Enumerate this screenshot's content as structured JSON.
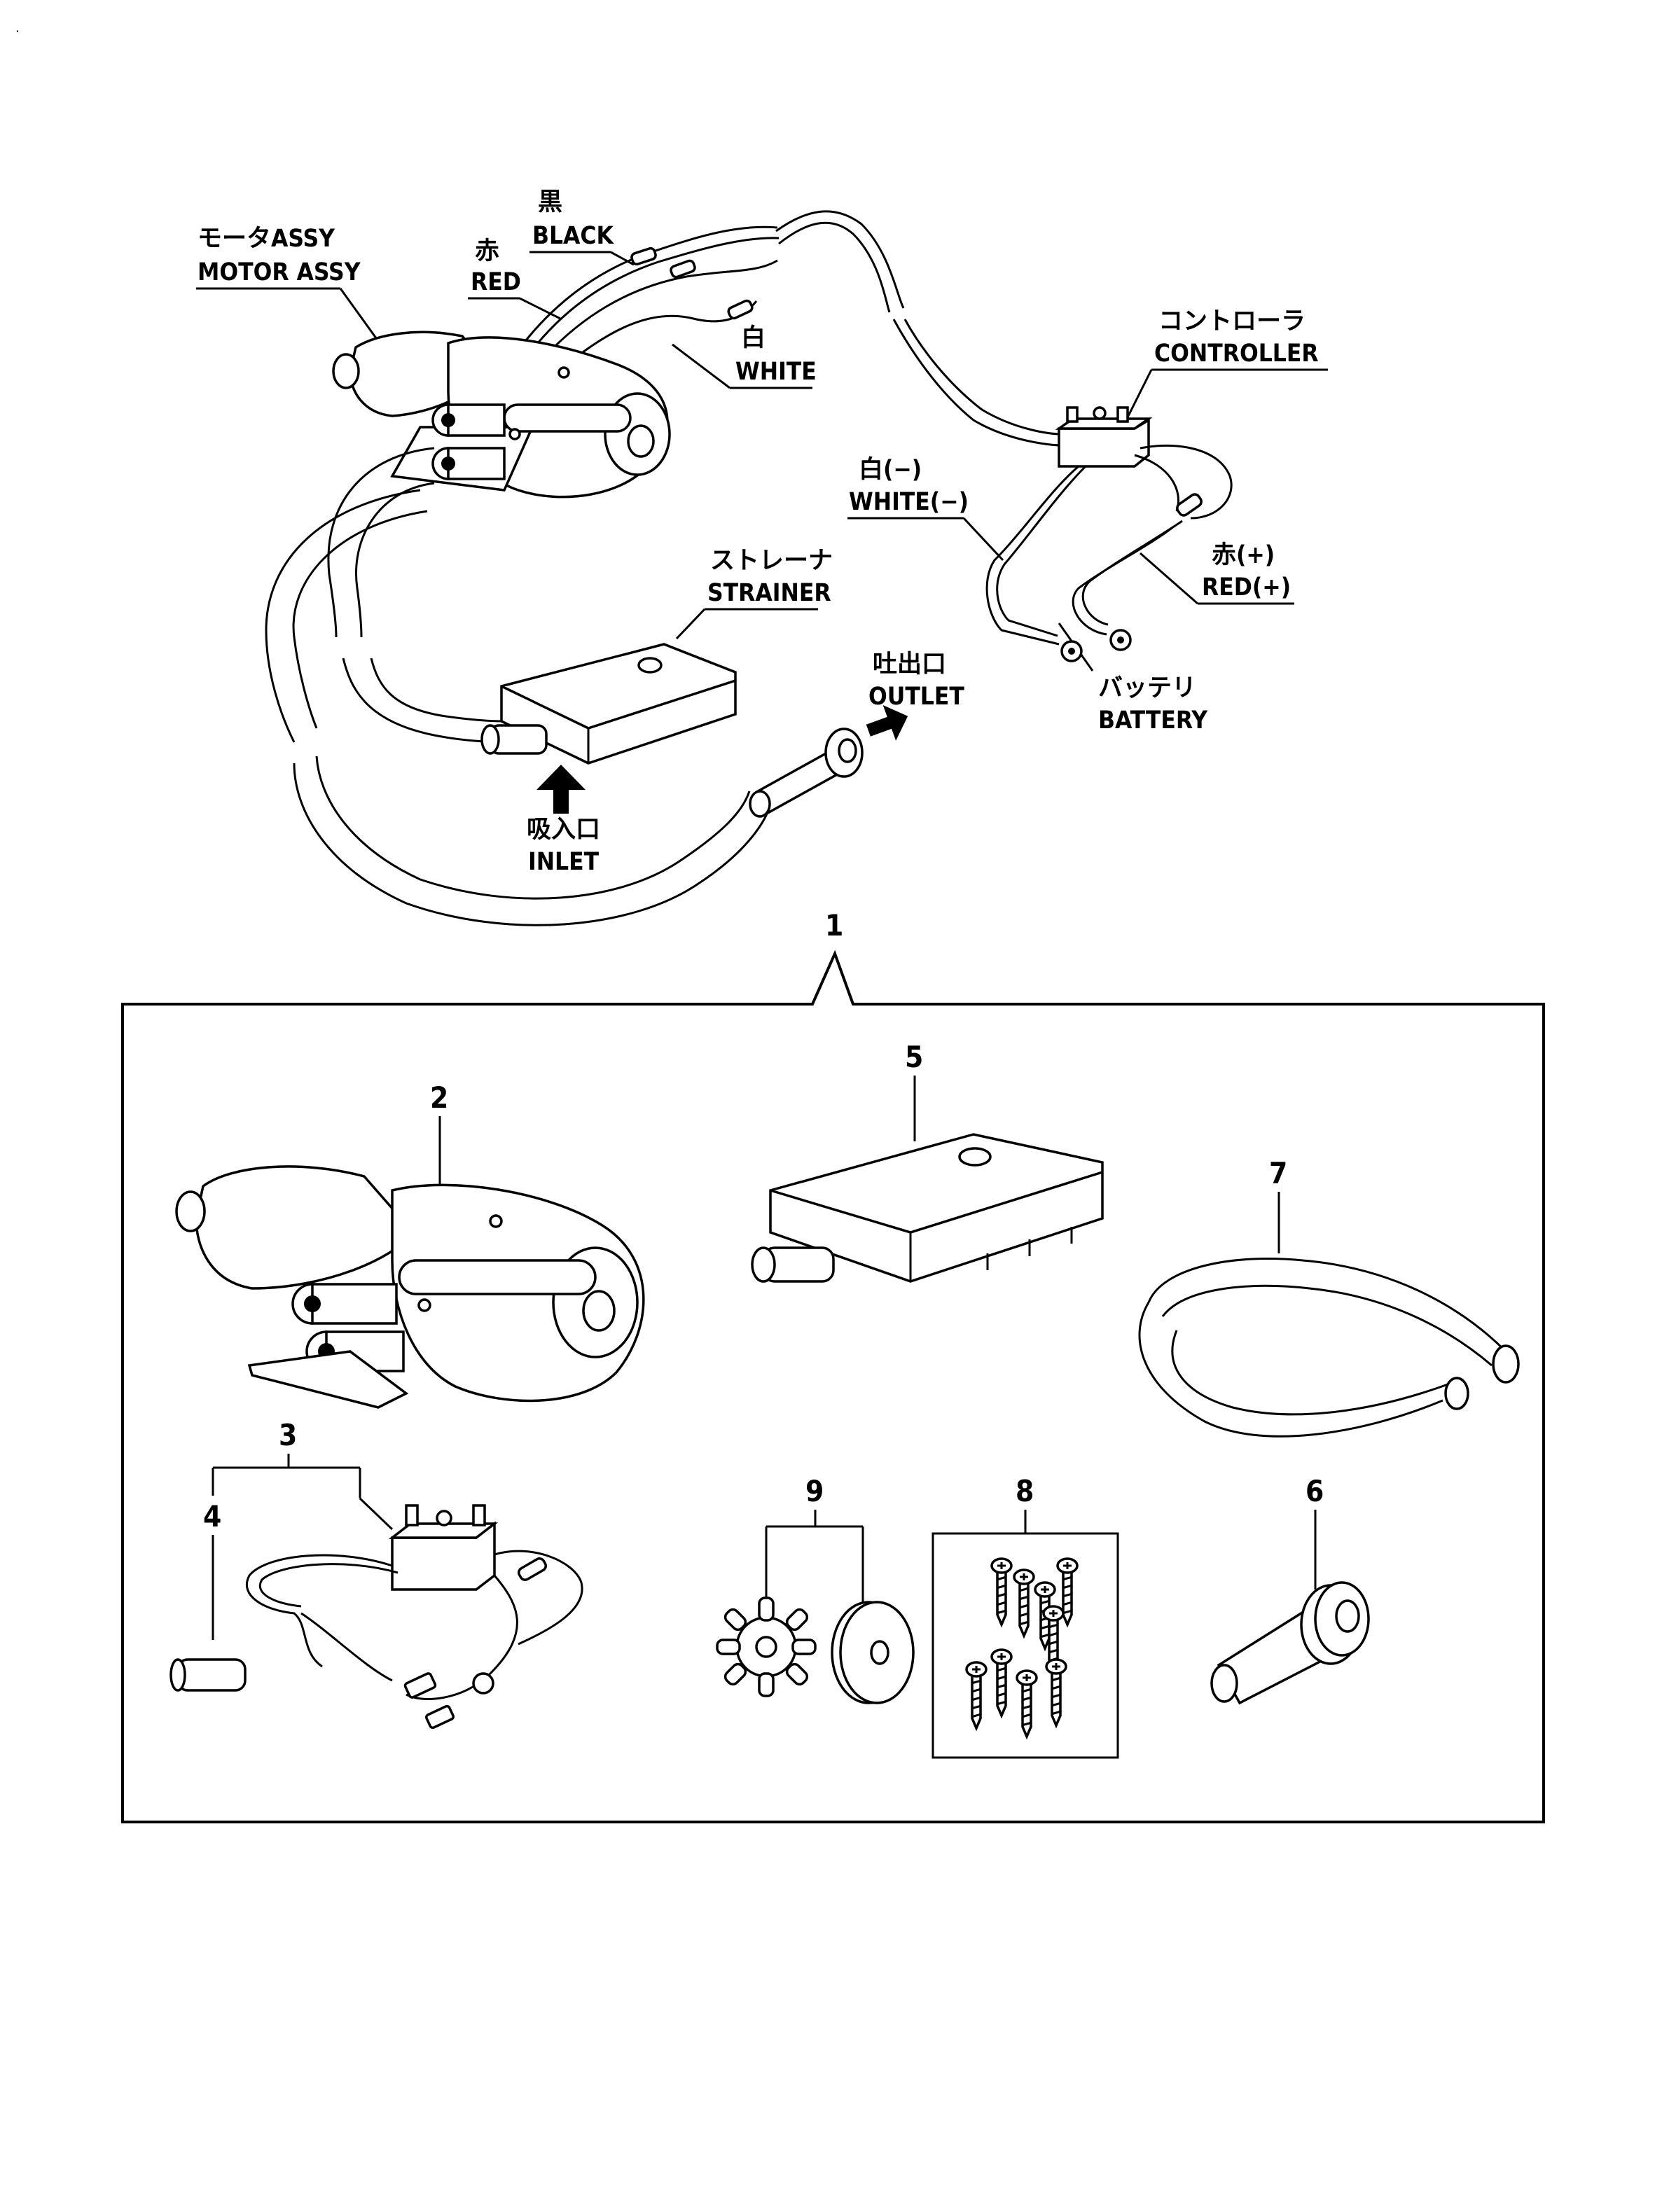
{
  "upper_labels": {
    "motor_assy": {
      "jp": "モータASSY",
      "en": "MOTOR ASSY"
    },
    "black": {
      "jp": "黒",
      "en": "BLACK"
    },
    "red": {
      "jp": "赤",
      "en": "RED"
    },
    "white": {
      "jp": "白",
      "en": "WHITE"
    },
    "controller": {
      "jp": "コントローラ",
      "en": "CONTROLLER"
    },
    "white_neg": {
      "jp": "白(−)",
      "en": "WHITE(−)"
    },
    "red_pos": {
      "jp": "赤(+)",
      "en": "RED(+)"
    },
    "strainer": {
      "jp": "ストレーナ",
      "en": "STRAINER"
    },
    "outlet": {
      "jp": "吐出口",
      "en": "OUTLET"
    },
    "battery": {
      "jp": "バッテリ",
      "en": "BATTERY"
    },
    "inlet": {
      "jp": "吸入口",
      "en": "INLET"
    }
  },
  "callouts": {
    "kit": "1",
    "motor": "2",
    "controller": "3",
    "fuse": "4",
    "strainer": "5",
    "fitting": "6",
    "hose": "7",
    "screws": "8",
    "impeller": "9"
  },
  "corner_mark": "."
}
